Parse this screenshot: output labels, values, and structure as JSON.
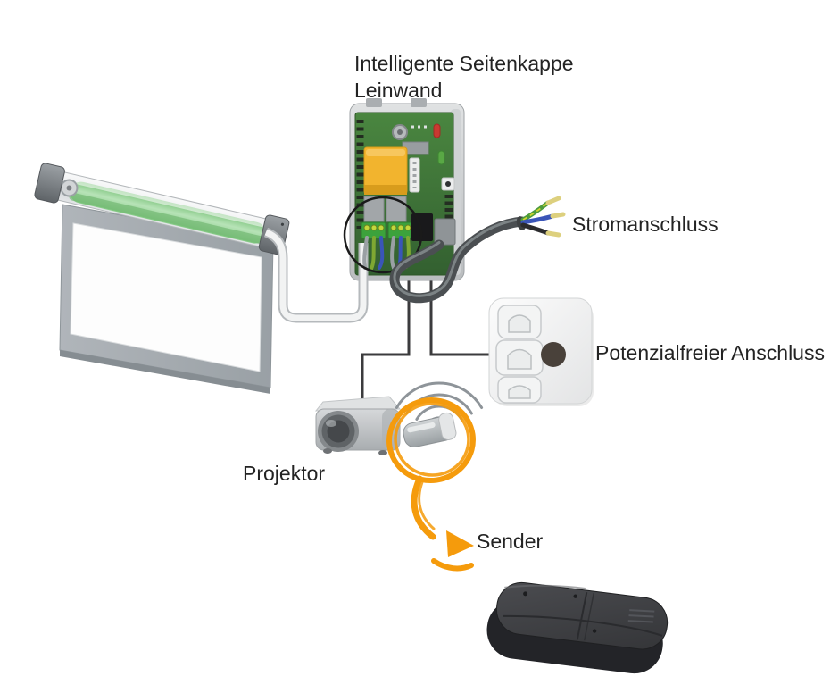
{
  "diagram": {
    "title": {
      "line1": "Intelligente Seitenkappe",
      "line2": "Leinwand"
    },
    "labels": {
      "power_connection": "Stromanschluss",
      "potential_free_connection": "Potenzialfreier Anschluss",
      "projector": "Projektor",
      "sender": "Sender"
    },
    "components": [
      "projection-screen",
      "screen-control-board",
      "power-cable",
      "potential-free-wall-switch",
      "projector",
      "wireless-mini-sender",
      "handheld-remote"
    ],
    "colors": {
      "accent_orange": "#F59B0C",
      "annotation_black": "#1A1A1A",
      "pcb_green": "#3E7B39",
      "transformer_yellow": "#F2B42E",
      "terminal_green": "#3CA23C",
      "roller_green": "#A5DBA5",
      "wire_blue": "#3A55B8",
      "wire_green_yellow": "#7FA832",
      "wire_black": "#2B2B2D",
      "text": "#232323",
      "background": "#FFFFFF"
    }
  }
}
